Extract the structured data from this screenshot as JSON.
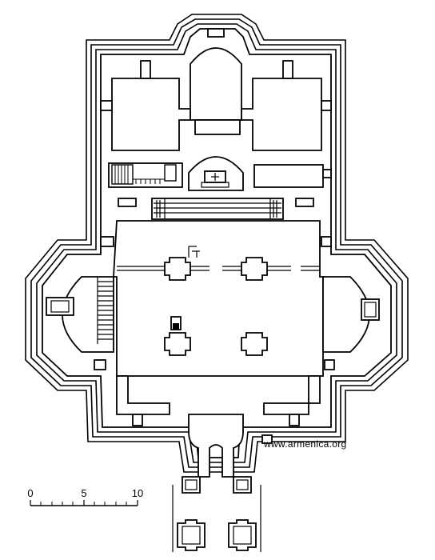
{
  "scale_bar": {
    "labels": [
      "0",
      "5",
      "10"
    ],
    "color": "#000000"
  },
  "watermark": {
    "text": "www.armenica.org"
  },
  "colors": {
    "ink": "#000000",
    "paper": "#ffffff"
  }
}
